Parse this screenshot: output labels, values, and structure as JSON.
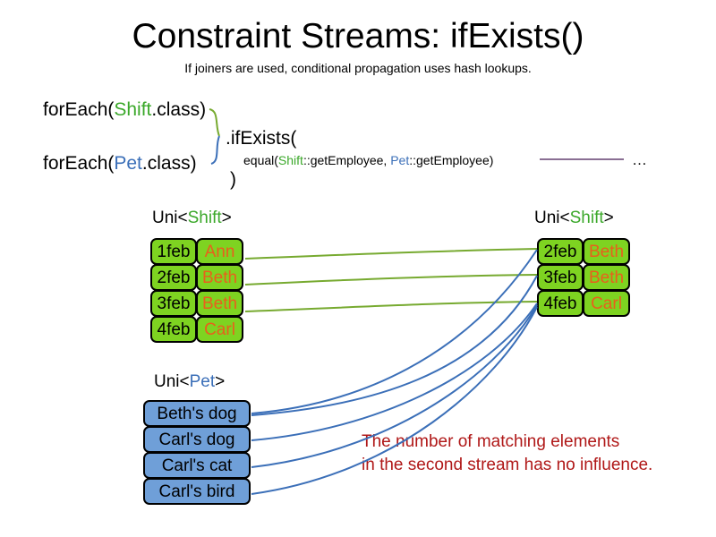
{
  "header": {
    "title": "Constraint Streams: ifExists()",
    "subtitle": "If joiners are used, conditional propagation uses hash lookups."
  },
  "code": {
    "foreach_shift_prefix": "forEach(",
    "foreach_shift_type": "Shift",
    "foreach_shift_suffix": ".class)",
    "foreach_pet_prefix": "forEach(",
    "foreach_pet_type": "Pet",
    "foreach_pet_suffix": ".class)",
    "if_exists": ".ifExists(",
    "close_paren": ")",
    "equal_prefix": "equal(",
    "equal_left_type": "Shift",
    "equal_left_method": "::getEmployee, ",
    "equal_right_type": "Pet",
    "equal_right_method": "::getEmployee)",
    "ellipsis": "…"
  },
  "streams": {
    "left_shift": {
      "header_prefix": "Uni<",
      "header_type": "Shift",
      "header_suffix": ">",
      "rows": [
        {
          "date": "1feb",
          "employee": "Ann"
        },
        {
          "date": "2feb",
          "employee": "Beth"
        },
        {
          "date": "3feb",
          "employee": "Beth"
        },
        {
          "date": "4feb",
          "employee": "Carl"
        }
      ]
    },
    "right_shift": {
      "header_prefix": "Uni<",
      "header_type": "Shift",
      "header_suffix": ">",
      "rows": [
        {
          "date": "2feb",
          "employee": "Beth"
        },
        {
          "date": "3feb",
          "employee": "Beth"
        },
        {
          "date": "4feb",
          "employee": "Carl"
        }
      ]
    },
    "pet": {
      "header_prefix": "Uni<",
      "header_type": "Pet",
      "header_suffix": ">",
      "rows": [
        {
          "label": "Beth's dog"
        },
        {
          "label": "Carl's dog"
        },
        {
          "label": "Carl's cat"
        },
        {
          "label": "Carl's bird"
        }
      ]
    }
  },
  "annotation": {
    "line1": "The number of matching elements",
    "line2": "in the second stream has no influence."
  },
  "colors": {
    "shift_green": "#7ed321",
    "shift_green_text": "#3ba82a",
    "pet_blue": "#6f9fd8",
    "pet_blue_text": "#3b6fb8",
    "employee_orange": "#e8601c",
    "annotation_red": "#b01818",
    "wire_green": "#77aa30",
    "wire_blue": "#3b6fb8",
    "joiner_line_purple": "#8a6f93",
    "border_black": "#000000",
    "background": "#ffffff"
  }
}
